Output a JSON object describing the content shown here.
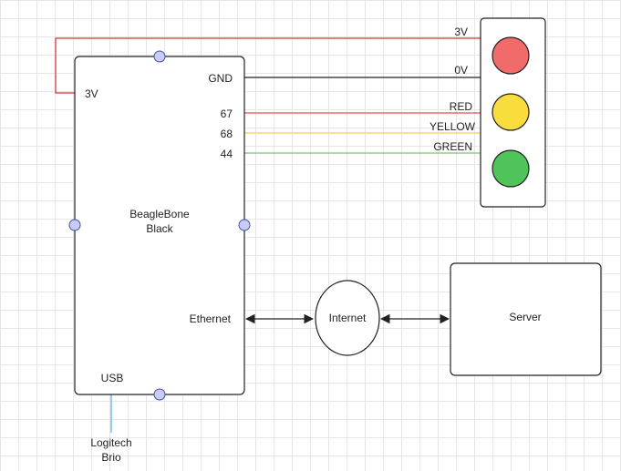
{
  "board": {
    "name_line1": "BeagleBone",
    "name_line2": "Black",
    "pin_3v": "3V",
    "pin_gnd": "GND",
    "pin_67": "67",
    "pin_68": "68",
    "pin_44": "44",
    "port_ethernet": "Ethernet",
    "port_usb": "USB"
  },
  "wires": {
    "power_label": "3V",
    "ground_label": "0V",
    "red_label": "RED",
    "yellow_label": "YELLOW",
    "green_label": "GREEN"
  },
  "network": {
    "internet_label": "Internet",
    "server_label": "Server"
  },
  "camera": {
    "line1": "Logitech",
    "line2": "Brio"
  },
  "colors": {
    "power_wire": "#d93030",
    "ground_wire": "#222222",
    "red_wire": "#e05050",
    "yellow_wire": "#f5d76e",
    "green_wire": "#7cc47c",
    "usb_wire": "#5aaed8",
    "red_light": "#f26b6b",
    "yellow_light": "#f8dd3c",
    "green_light": "#4fc45a",
    "handle_fill": "#c9ccf6",
    "handle_stroke": "#4a4fa0"
  }
}
